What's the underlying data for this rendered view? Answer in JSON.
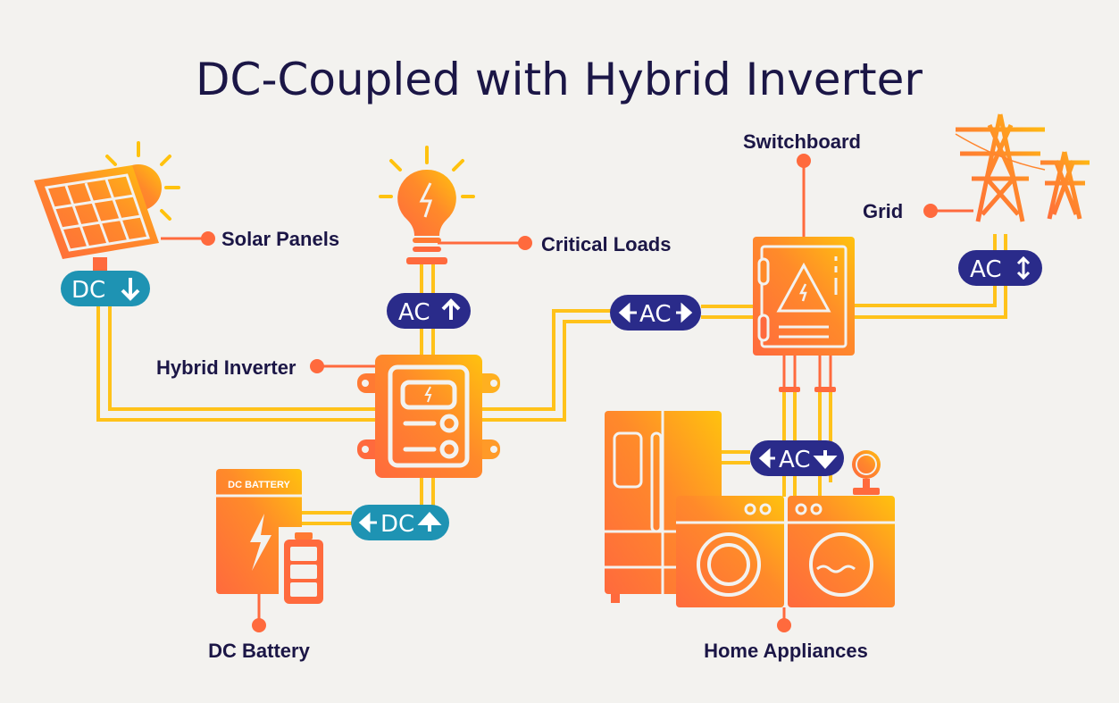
{
  "title": "DC-Coupled with Hybrid Inverter",
  "colors": {
    "background": "#f3f2ef",
    "title": "#1b1646",
    "dc_badge": "#1e93b3",
    "ac_badge": "#2a2b8a",
    "wire": "#ffc21a",
    "gradient_start": "#ff6a3d",
    "gradient_end": "#ffc20e"
  },
  "labels": {
    "solar_panels": "Solar Panels",
    "critical_loads": "Critical Loads",
    "hybrid_inverter": "Hybrid Inverter",
    "dc_battery": "DC Battery",
    "switchboard": "Switchboard",
    "grid": "Grid",
    "home_appliances": "Home Appliances"
  },
  "battery_text": "DC BATTERY",
  "badges": {
    "solar_dc": "DC",
    "critical_ac": "AC",
    "inverter_ac": "AC",
    "battery_dc": "DC",
    "grid_ac": "AC",
    "appliances_ac": "AC"
  }
}
